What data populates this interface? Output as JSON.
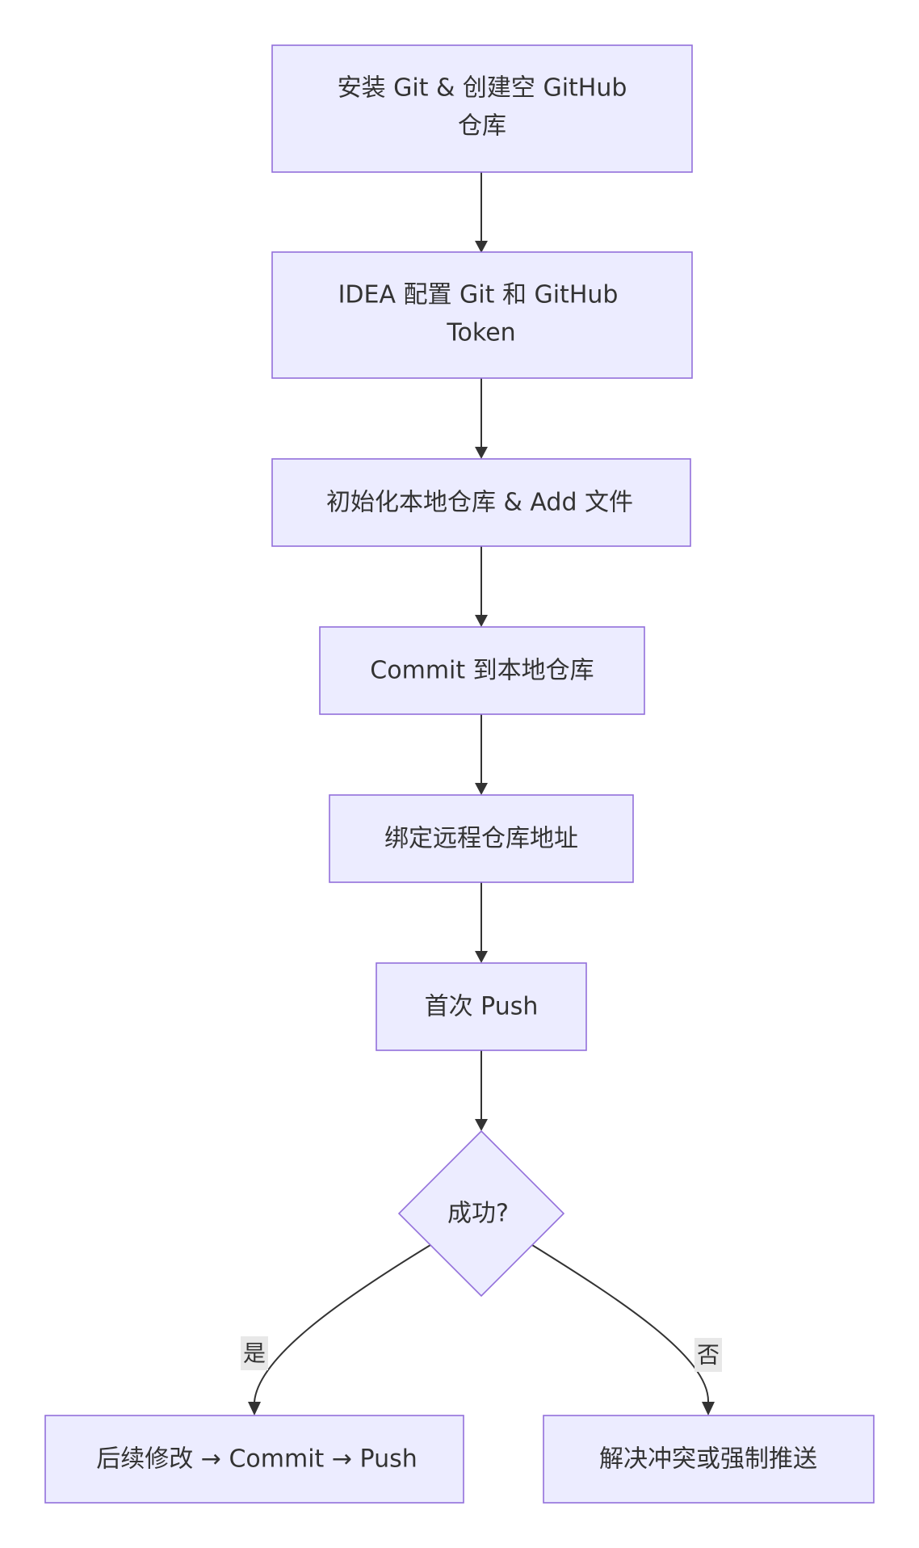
{
  "nodes": {
    "install": {
      "line1": "安装 Git & 创建空 GitHub",
      "line2": "仓库"
    },
    "configure": {
      "line1": "IDEA 配置 Git 和 GitHub",
      "line2": "Token"
    },
    "init": {
      "label": "初始化本地仓库 & Add 文件"
    },
    "commit": {
      "label": "Commit 到本地仓库"
    },
    "bind_remote": {
      "label": "绑定远程仓库地址"
    },
    "first_push": {
      "label": "首次 Push"
    },
    "success_check": {
      "label": "成功?"
    },
    "followup": {
      "label": "后续修改 → Commit → Push"
    },
    "resolve": {
      "label": "解决冲突或强制推送"
    }
  },
  "edges": {
    "yes_label": "是",
    "no_label": "否"
  },
  "colors": {
    "node_fill": "#ececff",
    "node_stroke": "#9370db",
    "edge": "#333333",
    "label_bg": "#e8e8e8"
  }
}
